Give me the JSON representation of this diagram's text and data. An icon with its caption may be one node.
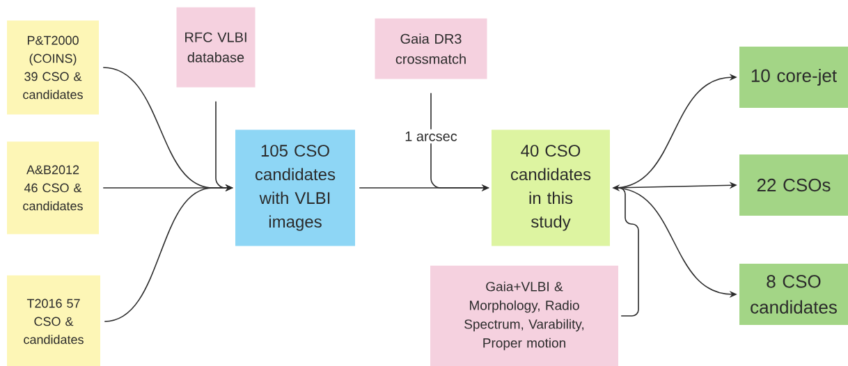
{
  "diagram": {
    "nodes": [
      {
        "text": [
          "P&T2000 (COINS) 39 CSO & candidates"
        ]
      },
      {
        "text": [
          "A&B2012 46 CSO & candidates"
        ]
      },
      {
        "text": [
          "T2016 57 CSO & candidates"
        ]
      },
      {
        "text": [
          "RFC VLBI database"
        ]
      },
      {
        "text": [
          "105 CSO candidates with VLBI images"
        ]
      },
      {
        "text": [
          "Gaia DR3 crossmatch"
        ]
      },
      {
        "text": [
          "40 CSO candidates in this study"
        ]
      },
      {
        "text": [
          "Gaia+VLBI & Morphology, Radio Spectrum, Varability, Proper motion"
        ]
      },
      {
        "text": [
          "10 core-jet"
        ]
      },
      {
        "text": [
          "22 CSOs"
        ]
      },
      {
        "text": [
          "8 CSO candidates"
        ]
      }
    ],
    "edges": [
      {
        "from": 0,
        "to": 4,
        "arrow": "to"
      },
      {
        "from": 1,
        "to": 4,
        "arrow": "to"
      },
      {
        "from": 2,
        "to": 4,
        "arrow": "to"
      },
      {
        "from": 3,
        "to": 4,
        "arrow": "to"
      },
      {
        "from": 4,
        "to": 6,
        "arrow": "to"
      },
      {
        "from": 5,
        "to": 6,
        "arrow": "to",
        "label": "1 arcsec"
      },
      {
        "from": 7,
        "to": 6,
        "arrow": "to"
      },
      {
        "from": 6,
        "to": 8,
        "arrow": "to"
      },
      {
        "from": 6,
        "to": 9,
        "arrow": "to"
      },
      {
        "from": 6,
        "to": 10,
        "arrow": "to"
      }
    ]
  }
}
